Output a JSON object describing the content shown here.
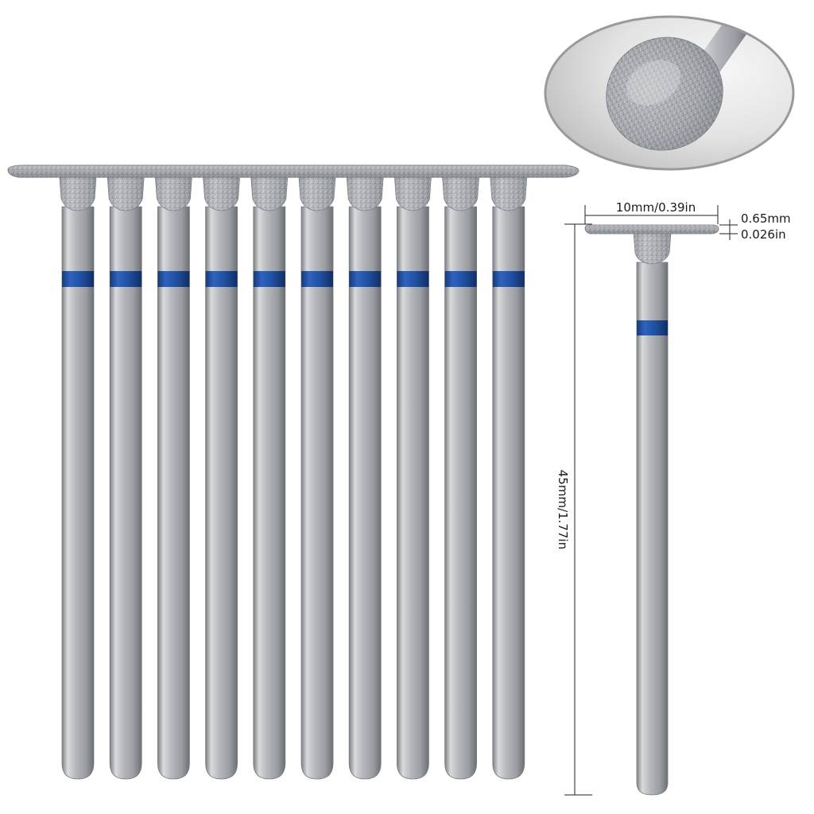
{
  "image": {
    "subject": "diamond cutting disc bur set",
    "bur_count": 10,
    "band_color": "#1f4fa0",
    "metal_color": "#b9bcc0"
  },
  "dimensions": {
    "disc_diameter": "10mm/0.39in",
    "disc_thickness_mm": "0.65mm",
    "disc_thickness_in": "0.026in",
    "overall_length": "45mm/1.77in"
  }
}
